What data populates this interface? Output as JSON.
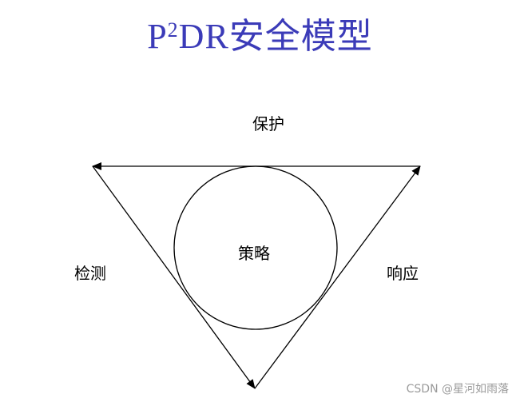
{
  "title": {
    "prefix": "P",
    "superscript": "2",
    "rest": "DR安全模型",
    "color": "#3b3bb8"
  },
  "diagram": {
    "center_label": "策略",
    "top_edge_label": "保护",
    "left_edge_label": "检测",
    "right_edge_label": "响应",
    "line_color": "#000000"
  },
  "watermark": {
    "text": "CSDN @星河如雨落"
  }
}
